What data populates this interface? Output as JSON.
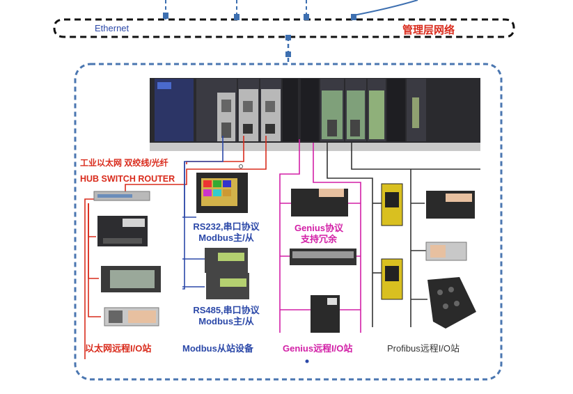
{
  "network": {
    "ethernet_label": "Ethernet",
    "management_label": "管理层网络"
  },
  "panel": {
    "ethernet_io": {
      "media_label": "工业以太网 双绞线/光纤",
      "hub_label": "HUB SWITCH ROUTER",
      "station_label": "以太网远程I/O站"
    },
    "modbus": {
      "rs232_line1": "RS232,串口协议",
      "rs232_line2": "Modbus主/从",
      "rs485_line1": "RS485,串口协议",
      "rs485_line2": "Modbus主/从",
      "station_label": "Modbus从站设备"
    },
    "genius": {
      "protocol_line1": "Genius协议",
      "protocol_line2": "支持冗余",
      "station_label": "Genius远程I/O站"
    },
    "profibus": {
      "station_label": "Profibus远程I/O站"
    }
  },
  "colors": {
    "ethernet_line": "#d92b1c",
    "modbus_line": "#2b48a8",
    "genius_line": "#d21fa6",
    "profibus_line": "#333333",
    "panel_border": "#4a76b0"
  }
}
